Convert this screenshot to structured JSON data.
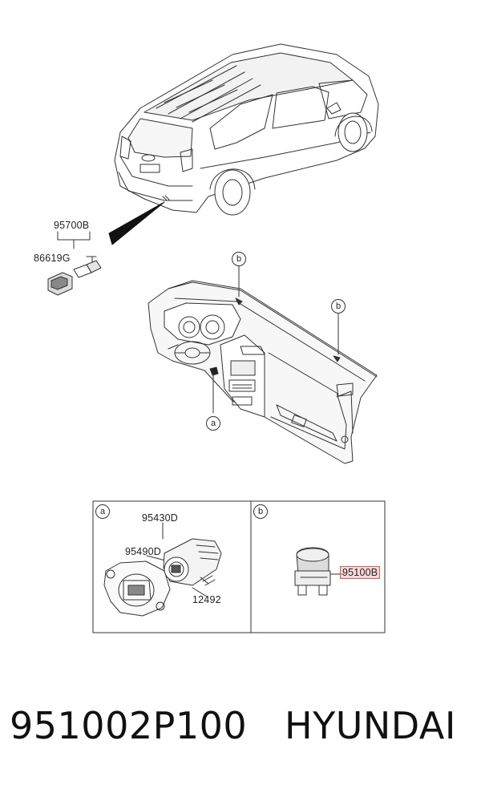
{
  "callouts": {
    "part_95700B": "95700B",
    "part_86619G": "86619G",
    "part_95430D": "95430D",
    "part_95490D": "95490D",
    "part_12492": "12492",
    "part_95100B": "95100B"
  },
  "ref_markers": {
    "a": "a",
    "b": "b"
  },
  "highlight_color": "#e05a5a",
  "footer": {
    "part_number": "951002P100",
    "brand": "HYUNDAI"
  }
}
